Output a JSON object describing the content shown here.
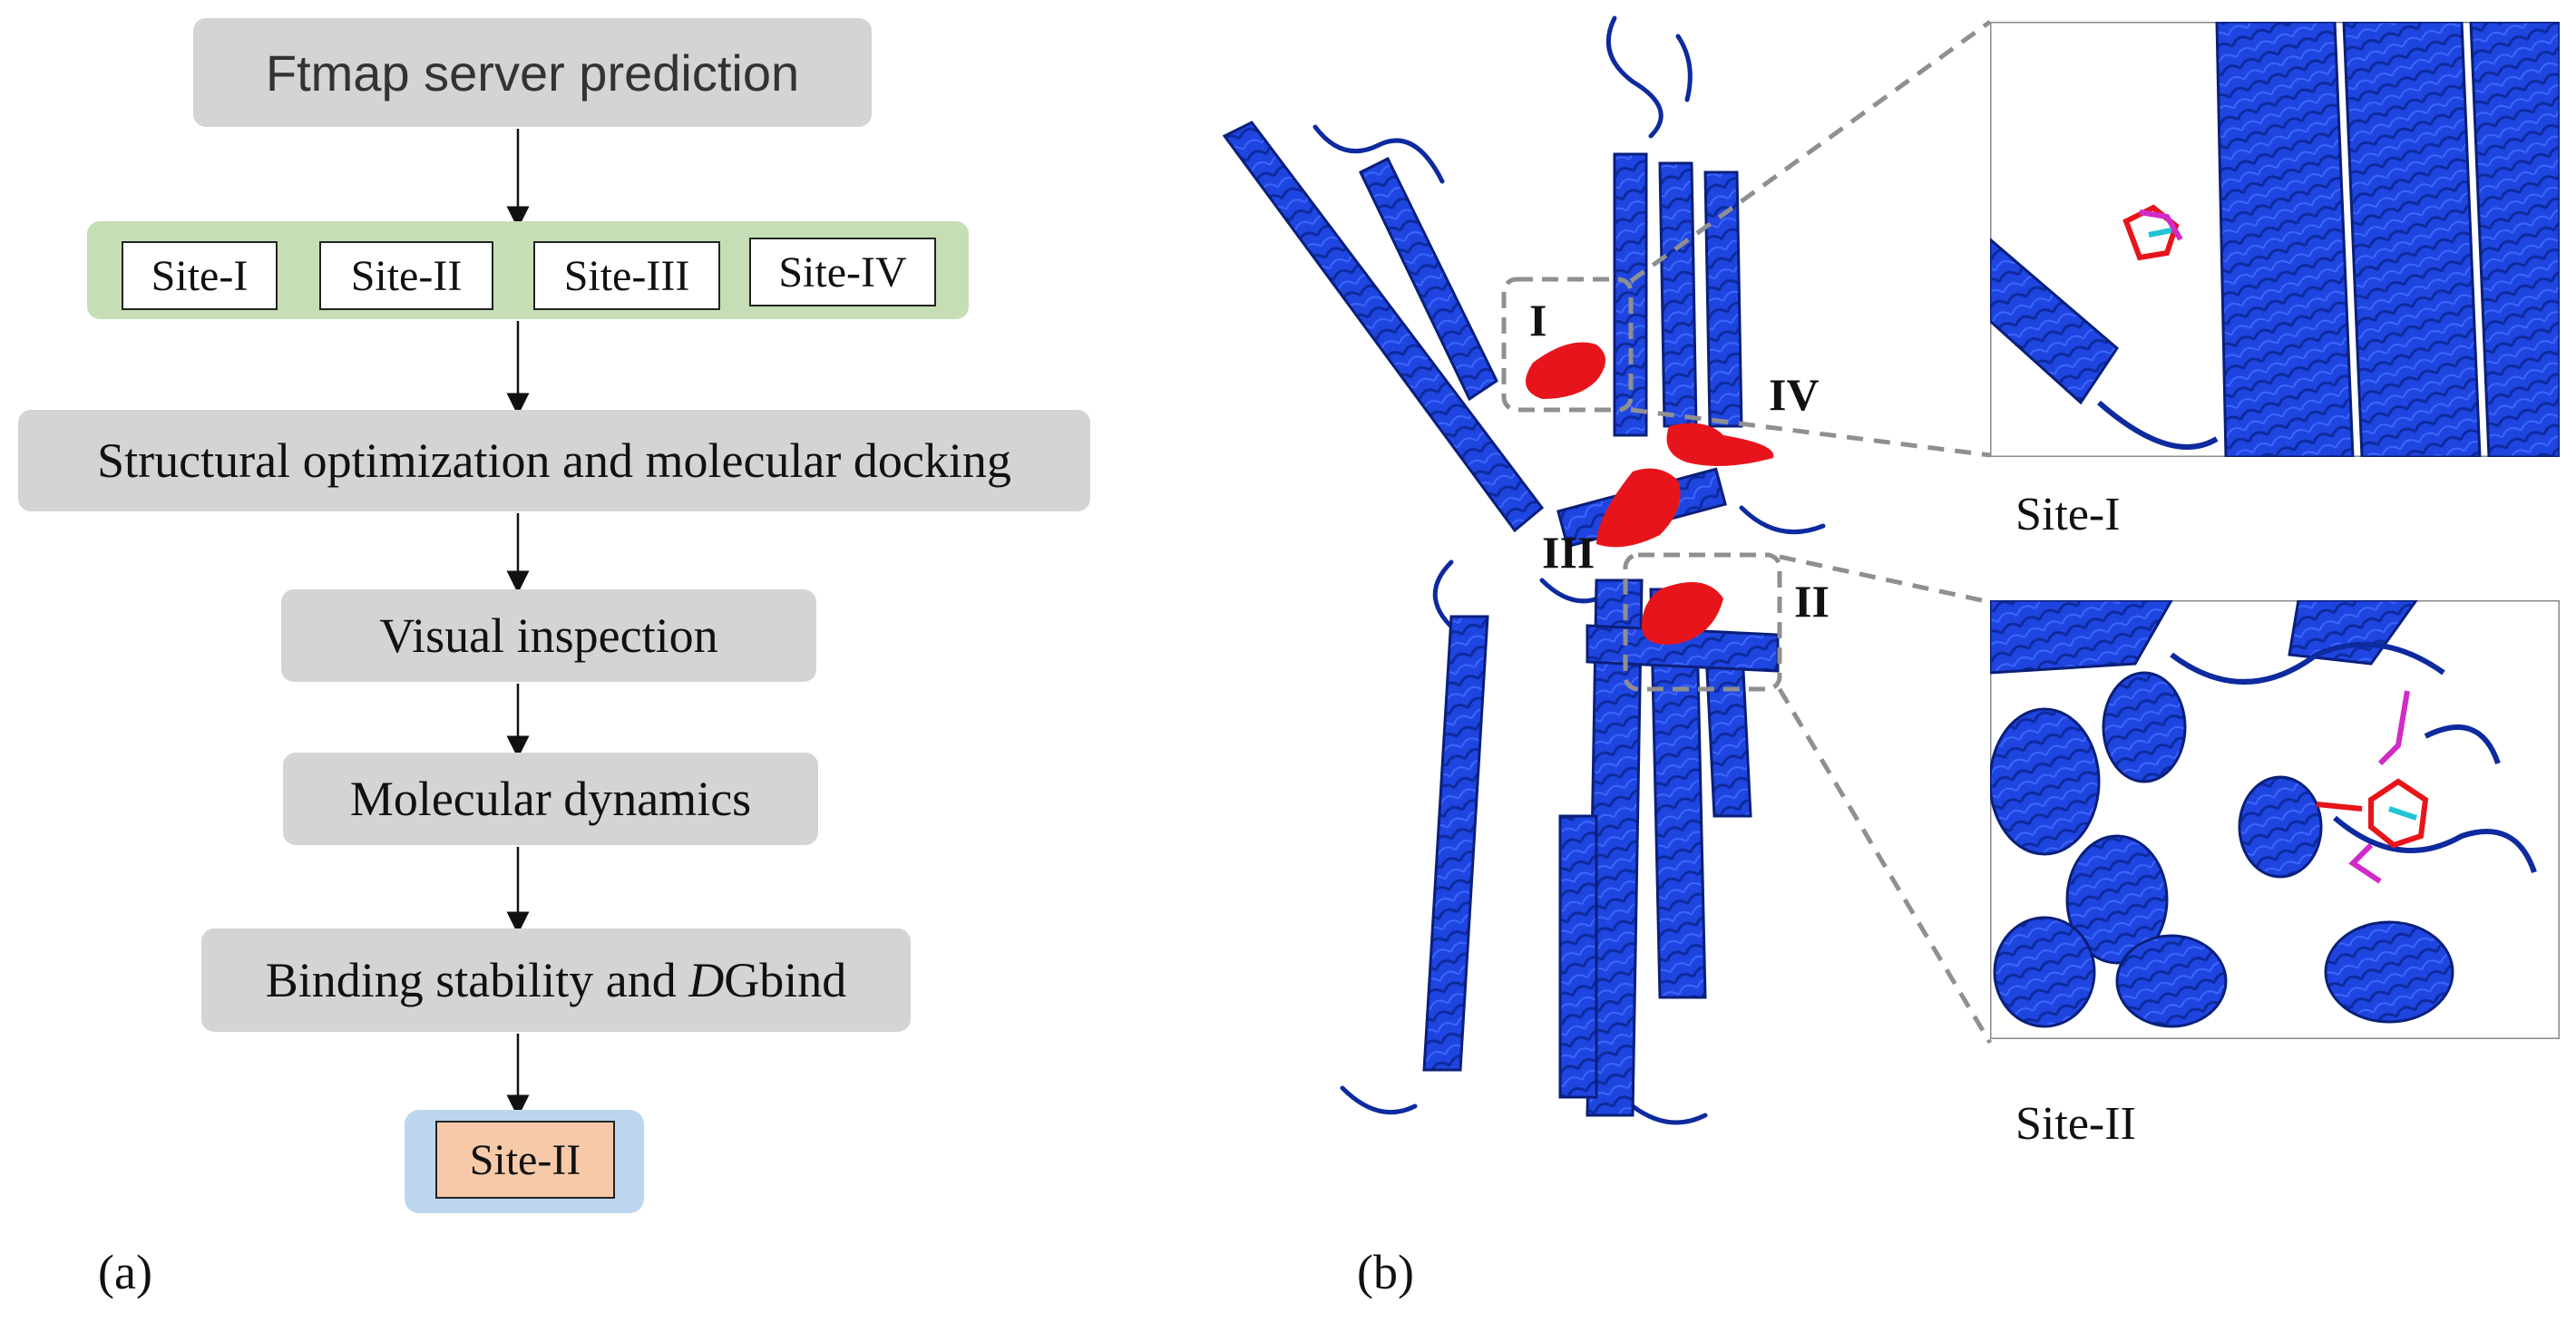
{
  "flowchart": {
    "start": "Ftmap server prediction",
    "sites": [
      "Site-I",
      "Site-II",
      "Site-III",
      "Site-IV"
    ],
    "step_optimization": "Structural optimization and molecular docking",
    "step_visual": "Visual inspection",
    "step_dynamics": "Molecular dynamics",
    "step_binding_prefix": "Binding stability and ",
    "step_binding_italic": "D",
    "step_binding_suffix": "Gbind",
    "result": "Site-II"
  },
  "structure": {
    "site_labels": [
      "I",
      "II",
      "III",
      "IV"
    ],
    "inset_captions": [
      "Site-I",
      "Site-II"
    ]
  },
  "panel_labels": [
    "(a)",
    "(b)"
  ],
  "colors": {
    "protein": "#1f45e0",
    "protein_dark": "#0d2a9e",
    "ligand": "#e8141b",
    "ligand_alt": "#d02ac8",
    "ligand_cyan": "#21c4d4",
    "step_box": "#d4d4d4",
    "site_band": "#c5deb6",
    "result_band": "#bcd6ee",
    "result_box": "#f6c9a8"
  }
}
